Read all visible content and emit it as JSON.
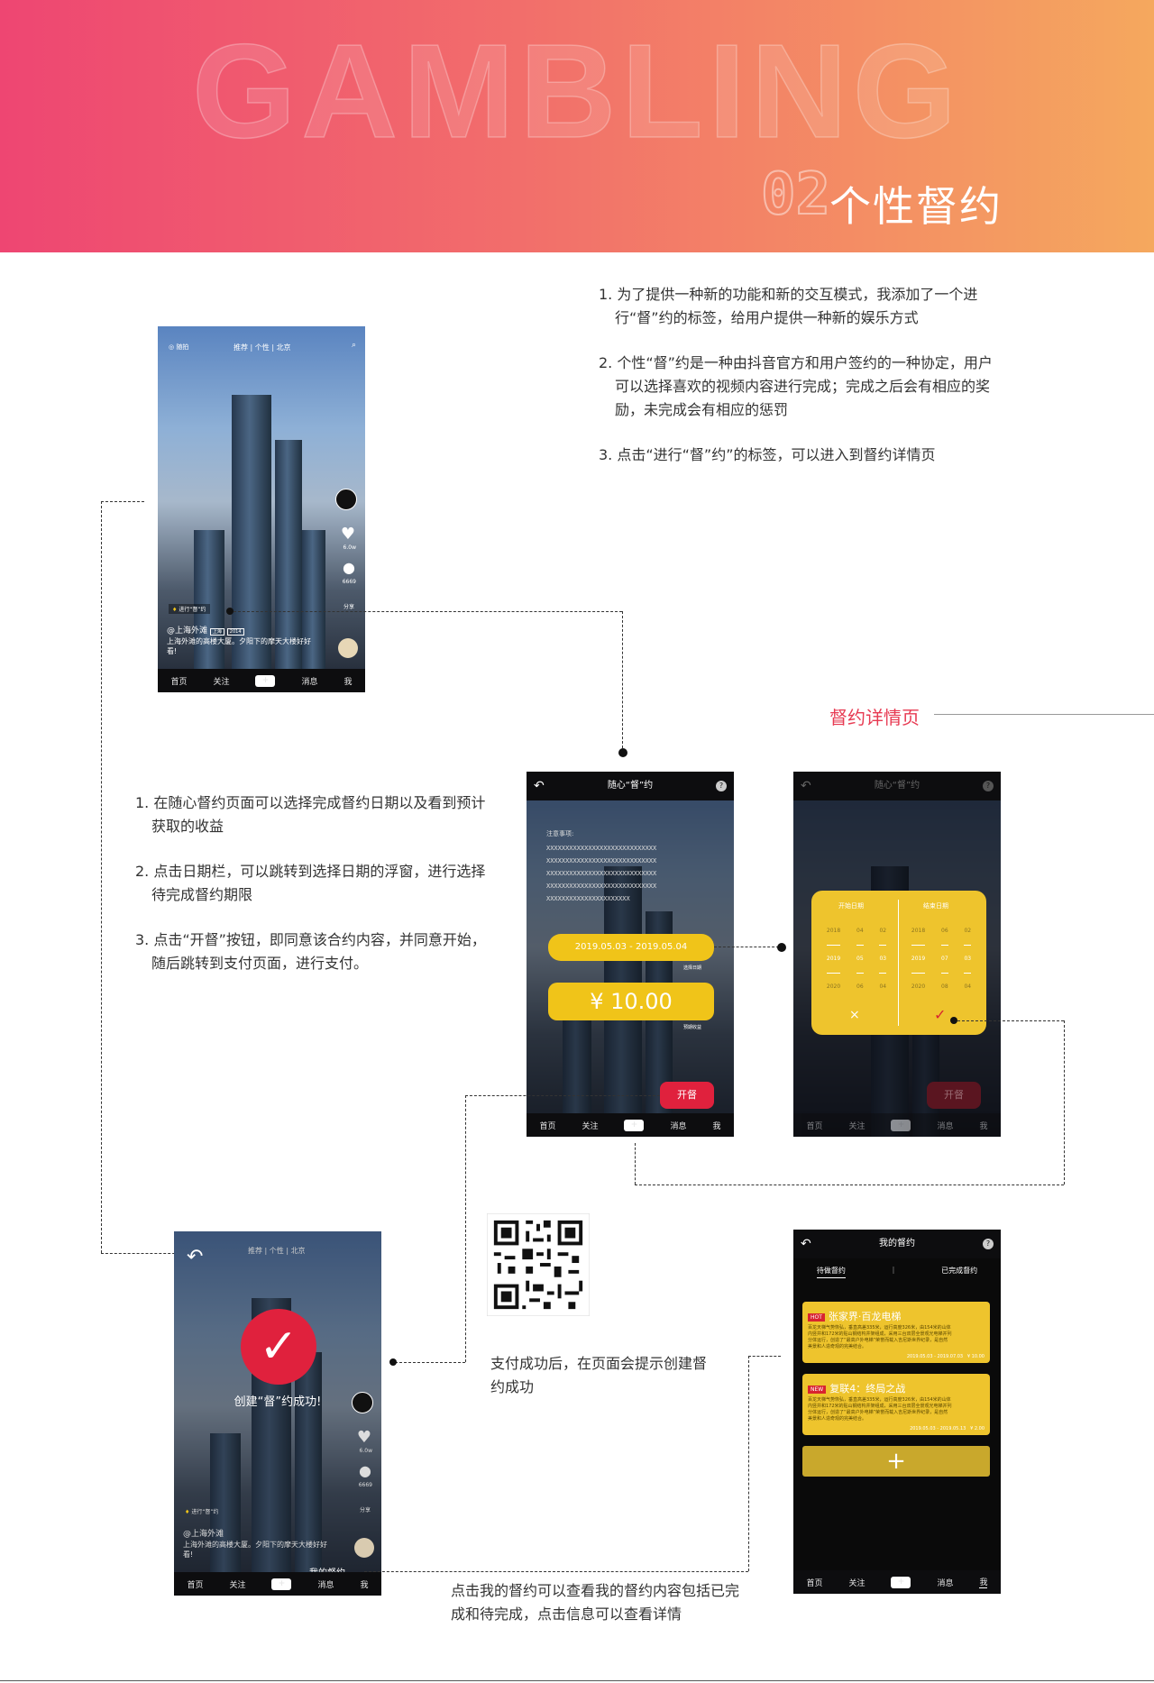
{
  "banner": {
    "bg_word": "GAMBLING",
    "section_number": "02",
    "section_title": "个性督约"
  },
  "intro": [
    "1. 为了提供一种新的功能和新的交互模式，我添加了一个进行“督”约的标签，给用户提供一种新的娱乐方式",
    "2. 个性“督”约是一种由抖音官方和用户签约的一种协定，用户可以选择喜欢的视频内容进行完成；完成之后会有相应的奖励，未完成会有相应的惩罚",
    "3. 点击“进行“督”约”的标签，可以进入到督约详情页"
  ],
  "detail_label": "督约详情页",
  "steps": [
    "1. 在随心督约页面可以选择完成督约日期以及看到预计获取的收益",
    "2. 点击日期栏，可以跳转到选择日期的浮窗，进行选择待完成督约期限",
    "3. 点击“开督”按钮，即同意该合约内容，并同意开始，随后跳转到支付页面，进行支付。"
  ],
  "pay_note": "支付成功后，在页面会提示创建督约成功",
  "my_note": "点击我的督约可以查看我的督约内容包括已完成和待完成，点击信息可以查看详情",
  "phone1": {
    "top_left": "随拍",
    "tabs": [
      "推荐",
      "个性",
      "北京"
    ],
    "tag": "进行“督”约",
    "user": "@上海外滩",
    "chips": [
      "上海",
      "2014"
    ],
    "desc": "上海外滩的高楼大厦。夕阳下的摩天大楼好好看!",
    "likes": "6.0w",
    "comments": "6669",
    "share": "分享",
    "nav": [
      "首页",
      "关注",
      "+",
      "消息",
      "我"
    ]
  },
  "phone2": {
    "title": "随心“督”约",
    "notice_label": "注意事项:",
    "notice_lines": [
      "XXXXXXXXXXXXXXXXXXXXXXXXXXXXX",
      "XXXXXXXXXXXXXXXXXXXXXXXXXXXXX",
      "XXXXXXXXXXXXXXXXXXXXXXXXXXXXX",
      "XXXXXXXXXXXXXXXXXXXXXXXXXXXXX",
      "XXXXXXXXXXXXXXXXXXXXXX"
    ],
    "date_range": "2019.05.03  -  2019.05.04",
    "date_caption": "选择日期",
    "amount": "¥ 10.00",
    "amount_caption": "预期收益",
    "start_button": "开督",
    "nav": [
      "首页",
      "关注",
      "+",
      "消息",
      "我"
    ]
  },
  "phone3": {
    "title": "随心“督”约",
    "start_label": "开始日期",
    "end_label": "结束日期",
    "start_cols": [
      [
        "2018",
        "2019",
        "2020"
      ],
      [
        "04",
        "05",
        "06"
      ],
      [
        "02",
        "03",
        "04"
      ]
    ],
    "end_cols": [
      [
        "2018",
        "2019",
        "2020"
      ],
      [
        "06",
        "07",
        "08"
      ],
      [
        "02",
        "03",
        "04"
      ]
    ],
    "cancel": "×",
    "confirm": "✓",
    "start_button": "开督",
    "nav": [
      "首页",
      "关注",
      "+",
      "消息",
      "我"
    ]
  },
  "phone4": {
    "tabs": [
      "推荐",
      "个性",
      "北京"
    ],
    "success_text": "创建“督”约成功!",
    "tag": "进行“督”约",
    "user": "@上海外滩",
    "desc": "上海外滩的高楼大厦。夕阳下的摩天大楼好好看!",
    "likes": "6.0w",
    "comments": "6669",
    "share": "分享",
    "my_link": "我的督约",
    "nav": [
      "首页",
      "关注",
      "+",
      "消息",
      "我"
    ]
  },
  "phone5": {
    "title": "我的督约",
    "tabs": [
      "待做督约",
      "已完成督约"
    ],
    "cards": [
      {
        "badge": "HOT",
        "title": "张家界·百龙电梯",
        "body": "百龙天梯气势恢弘，垂直高差335米，运行高度326米，由154米的山体内竖井和172米的贴山钢结构井架组成，采用三台双层全景观光电梯并列分体运行，创造了“最高户外电梯”荣誉而载入吉尼斯世界纪录，是自然美景和人造奇观的完美结合。",
        "date": "2019.05.03 - 2019.07.03",
        "amount": "¥  10.00"
      },
      {
        "badge": "NEW",
        "title": "复联4：终局之战",
        "body": "百龙天梯气势恢弘，垂直高差335米，运行高度326米，由154米的山体内竖井和172米的贴山钢结构井架组成，采用三台双层全景观光电梯并列分体运行，创造了“最高户外电梯”荣誉而载入吉尼斯世界纪录，是自然美景和人造奇观的完美结合。",
        "date": "2019.05.03 - 2019.05.13",
        "amount": "¥  2.00"
      }
    ],
    "add": "+",
    "nav": [
      "首页",
      "关注",
      "+",
      "消息",
      "我"
    ]
  },
  "colors": {
    "accent_yellow": "#eec42d",
    "accent_red": "#d8242f",
    "banner_start": "#ee4672",
    "banner_end": "#f5a85e"
  }
}
